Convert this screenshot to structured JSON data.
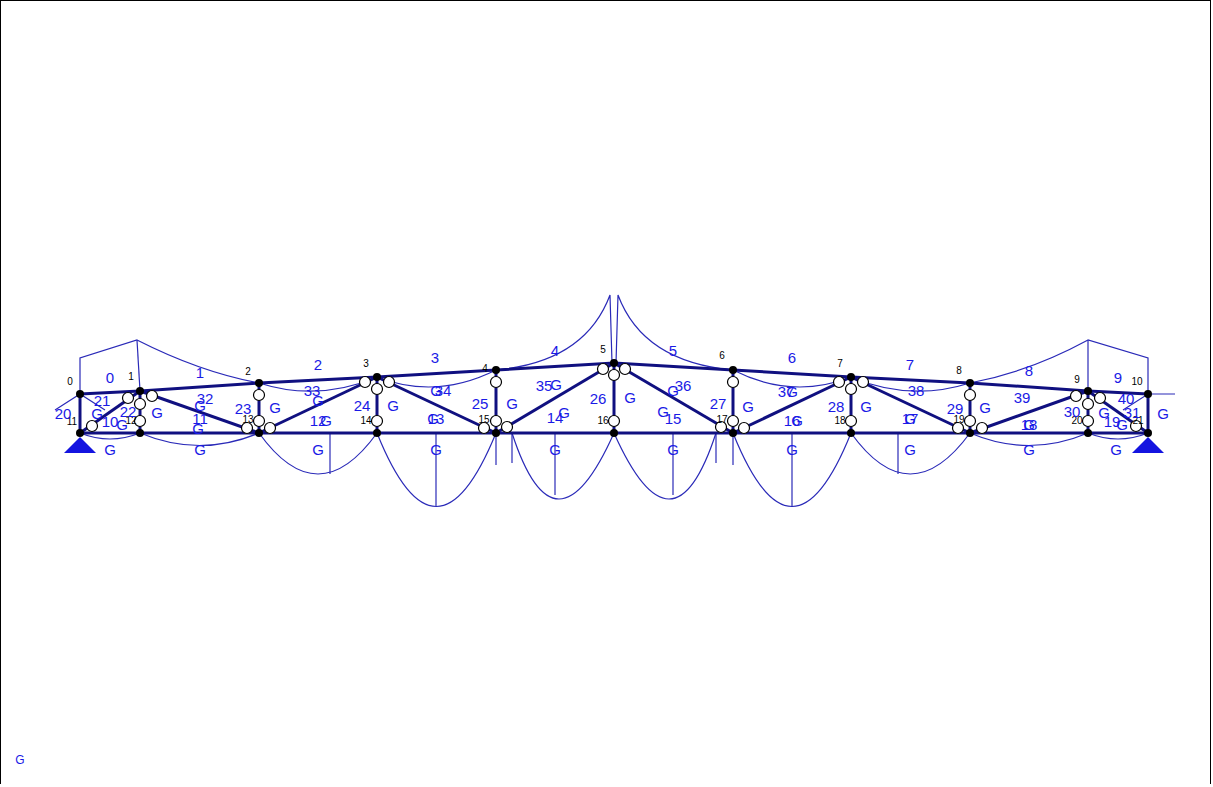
{
  "diagram": {
    "labels": [
      "0",
      "1",
      "2",
      "3",
      "4",
      "5",
      "6",
      "7",
      "8",
      "9",
      "10",
      "11",
      "12",
      "13",
      "14",
      "15",
      "16",
      "17",
      "18",
      "19",
      "20",
      "21",
      "0",
      "1",
      "2",
      "3",
      "4",
      "5",
      "6",
      "7",
      "8",
      "9",
      "10",
      "11",
      "12",
      "13",
      "14",
      "15",
      "16",
      "17",
      "18",
      "19",
      "20",
      "21",
      "22",
      "23",
      "24",
      "25",
      "26",
      "27",
      "28",
      "29",
      "30",
      "31",
      "32",
      "33",
      "34",
      "35",
      "36",
      "37",
      "38",
      "39",
      "40",
      "G",
      "G",
      "G",
      "G",
      "G",
      "G",
      "G",
      "G",
      "G",
      "G",
      "G",
      "G",
      "G",
      "G",
      "G",
      "G",
      "G",
      "G",
      "G",
      "G",
      "G",
      "G",
      "G",
      "G",
      "G",
      "G",
      "G",
      "G",
      "G",
      "G",
      "G",
      "G",
      "G",
      "G",
      "G",
      "G",
      "G",
      "G"
    ]
  }
}
